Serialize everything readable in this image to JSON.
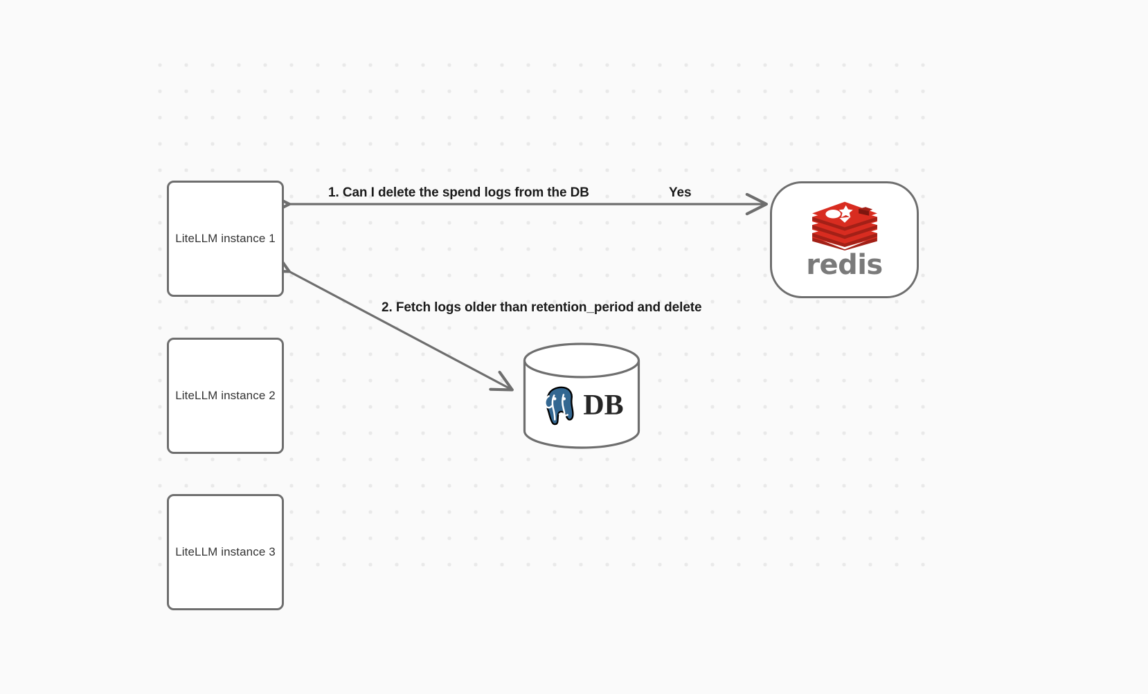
{
  "diagram": {
    "background_color": "#fafafa",
    "dot_color": "#e9e9e9",
    "stroke_color": "#6e6e6e",
    "nodes": {
      "litellm_instances": [
        {
          "id": "litellm-instance-1",
          "label": "LiteLLM instance 1"
        },
        {
          "id": "litellm-instance-2",
          "label": "LiteLLM instance 2"
        },
        {
          "id": "litellm-instance-3",
          "label": "LiteLLM instance 3"
        }
      ],
      "redis": {
        "id": "redis-node",
        "wordmark": "redis",
        "logo_icon": "redis-stack-icon",
        "logo_color": "#d82c20",
        "wordmark_color": "#7a7a7a"
      },
      "database": {
        "id": "database-node",
        "label": "DB",
        "logo_icon": "postgresql-elephant-icon",
        "logo_color": "#336791",
        "shape": "cylinder"
      }
    },
    "edges": [
      {
        "id": "edge-redis-to-litellm-1",
        "label": "1.  Can I delete the spend logs from the DB",
        "reply_label": "Yes",
        "from": "redis-node",
        "to": "litellm-instance-1",
        "direction": "bidirectional"
      },
      {
        "id": "edge-litellm-1-to-database",
        "label": "2.  Fetch logs older than retention_period and delete",
        "from": "litellm-instance-1",
        "to": "database-node",
        "direction": "bidirectional"
      }
    ]
  }
}
